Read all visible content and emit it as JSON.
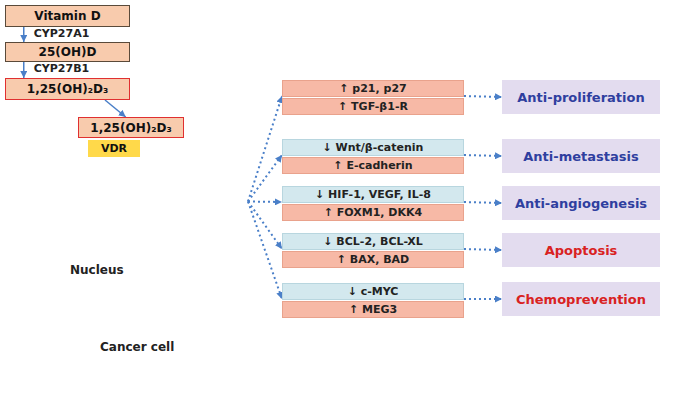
{
  "diagram": {
    "nodes": [
      {
        "text": [
          "Vitamin D"
        ]
      },
      {
        "text": [
          "25(OH)D"
        ]
      },
      {
        "text": [
          "1,25(OH)₂D₃"
        ]
      },
      {
        "text": [
          "Cancer cell"
        ]
      },
      {
        "text": [
          "Nucleus"
        ],
        "in": 3
      },
      {
        "text": [
          "1,25(OH)₂D₃"
        ],
        "in": 4
      },
      {
        "text": [
          "VDR"
        ],
        "in": 4
      },
      {
        "text": [
          "↑ p21, p27"
        ],
        "in": 3
      },
      {
        "text": [
          "↑ TGF-β1-R"
        ],
        "in": 3
      },
      {
        "text": [
          "↓ Wnt/β-catenin"
        ],
        "in": 3
      },
      {
        "text": [
          "↑ E-cadherin"
        ],
        "in": 3
      },
      {
        "text": [
          "↓ HIF-1, VEGF, IL-8"
        ],
        "in": 3
      },
      {
        "text": [
          "↑ FOXM1, DKK4"
        ],
        "in": 3
      },
      {
        "text": [
          "↓ BCL-2, BCL-XL"
        ],
        "in": 3
      },
      {
        "text": [
          "↑ BAX, BAD"
        ],
        "in": 3
      },
      {
        "text": [
          "↓ c-MYC"
        ],
        "in": 3
      },
      {
        "text": [
          "↑ MEG3"
        ],
        "in": 3
      },
      {
        "text": [
          "Anti-proliferation"
        ],
        "in": 3
      },
      {
        "text": [
          "Anti-metastasis"
        ],
        "in": 3
      },
      {
        "text": [
          "Anti-angiogenesis"
        ],
        "in": 3
      },
      {
        "text": [
          "Apoptosis"
        ],
        "in": 3
      },
      {
        "text": [
          "Chemoprevention"
        ],
        "in": 3
      }
    ],
    "edges": [
      {
        "from": 0,
        "to": 1,
        "label": "CYP27A1",
        "arrow": "to"
      },
      {
        "from": 1,
        "to": 2,
        "label": "CYP27B1",
        "arrow": "to"
      },
      {
        "from": 2,
        "to": 5,
        "arrow": "to"
      },
      {
        "from": 4,
        "to": 7,
        "arrow": "to"
      },
      {
        "from": 4,
        "to": 9,
        "arrow": "to"
      },
      {
        "from": 4,
        "to": 11,
        "arrow": "to"
      },
      {
        "from": 4,
        "to": 13,
        "arrow": "to"
      },
      {
        "from": 4,
        "to": 15,
        "arrow": "to"
      },
      {
        "from": 7,
        "to": 17,
        "arrow": "to"
      },
      {
        "from": 9,
        "to": 18,
        "arrow": "to"
      },
      {
        "from": 11,
        "to": 19,
        "arrow": "to"
      },
      {
        "from": 13,
        "to": 20,
        "arrow": "to"
      },
      {
        "from": 15,
        "to": 21,
        "arrow": "to"
      }
    ]
  }
}
